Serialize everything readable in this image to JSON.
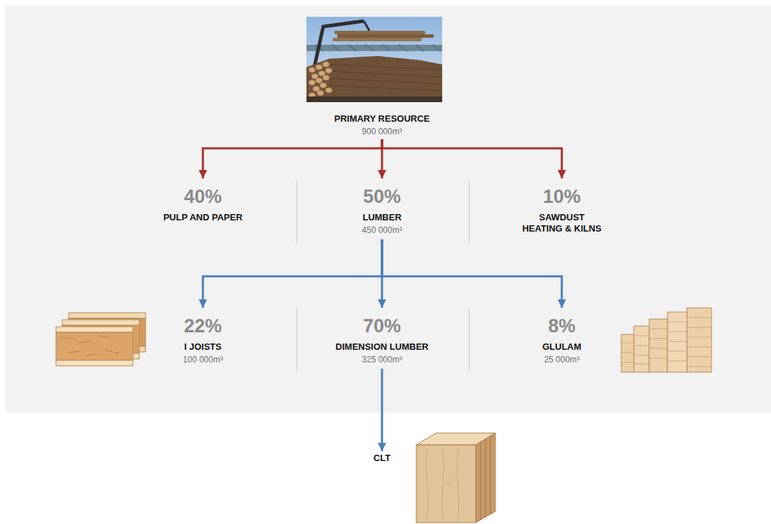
{
  "diagram": {
    "nodes": [
      {
        "text": [
          "PRIMARY RESOURCE",
          "900 000m³"
        ]
      },
      {
        "text": [
          "40%",
          "PULP AND PAPER"
        ]
      },
      {
        "text": [
          "50%",
          "LUMBER",
          "450 000m³"
        ]
      },
      {
        "text": [
          "10%",
          "SAWDUST HEATING & KILNS"
        ]
      },
      {
        "text": [
          "22%",
          "I JOISTS",
          "100 000m³"
        ]
      },
      {
        "text": [
          "70%",
          "DIMENSION LUMBER",
          "325 000m³"
        ]
      },
      {
        "text": [
          "8%",
          "GLULAM",
          "25 000m³"
        ]
      },
      {
        "text": [
          "CLT"
        ]
      }
    ],
    "edges": [
      {
        "from": 0,
        "to": 1,
        "arrow": "to"
      },
      {
        "from": 0,
        "to": 2,
        "arrow": "to"
      },
      {
        "from": 0,
        "to": 3,
        "arrow": "to"
      },
      {
        "from": 2,
        "to": 4,
        "arrow": "to"
      },
      {
        "from": 2,
        "to": 5,
        "arrow": "to"
      },
      {
        "from": 2,
        "to": 6,
        "arrow": "to"
      },
      {
        "from": 5,
        "to": 7,
        "arrow": "to"
      }
    ]
  }
}
